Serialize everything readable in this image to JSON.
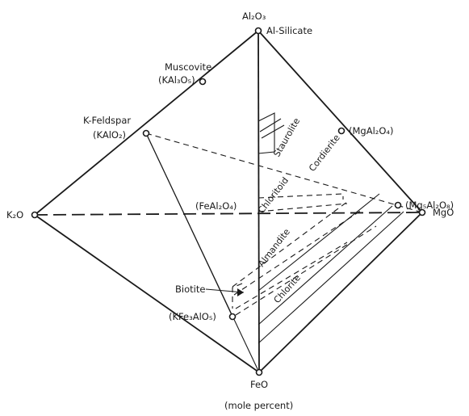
{
  "diagram": {
    "vertices": {
      "top_formula": "Al₂O₃",
      "top_name": "Al-Silicate",
      "left": "K₂O",
      "right": "MgO",
      "bottom": "FeO"
    },
    "phases": {
      "muscovite_name": "Muscovite",
      "muscovite_formula": "(KAl₃O₅)",
      "kfeldspar_name": "K-Feldspar",
      "kfeldspar_formula": "(KAlO₂)",
      "spinel_formula": "(MgAl₂O₄)",
      "mg5_formula": "(Mg₅Al₂O₈)",
      "hercynite_formula": "(FeAl₂O₄)",
      "annite_formula": "(KFe₃AlO₅)"
    },
    "regions": {
      "staurolite": "Staurolite",
      "cordierite": "Cordierite",
      "chloritoid": "Chloritoid",
      "almandite": "Almandite",
      "chlorite": "Chlorite",
      "biotite": "Biotite"
    },
    "caption": "(mole percent)"
  }
}
